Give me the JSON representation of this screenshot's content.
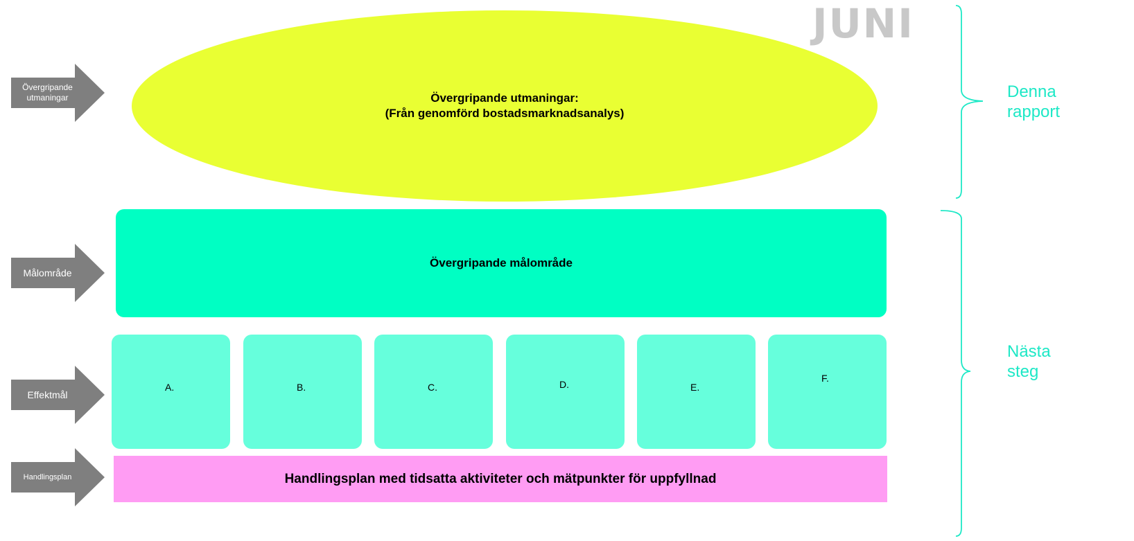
{
  "logo": {
    "text": "JUNI",
    "color": "#c8c8c8"
  },
  "arrows": [
    {
      "label": "Övergripande utmaningar",
      "color": "#7f7f7f"
    },
    {
      "label": "Målområde",
      "color": "#7f7f7f"
    },
    {
      "label": "Effektmål",
      "color": "#7f7f7f"
    },
    {
      "label": "Handlingsplan",
      "color": "#7f7f7f"
    }
  ],
  "challenges": {
    "line1": "Övergripande utmaningar:",
    "line2": "(Från genomförd bostadsmarknadsanalys)",
    "color": "#e9ff33"
  },
  "goal_area": {
    "label": "Övergripande målområde",
    "color": "#00ffc3"
  },
  "effect_goals": {
    "items": [
      "A.",
      "B.",
      "C.",
      "D.",
      "E.",
      "F."
    ],
    "color": "#66ffdc"
  },
  "action_plan": {
    "label": "Handlingsplan med tidsatta aktiviteter och mätpunkter för uppfyllnad",
    "color": "#ff9cf3"
  },
  "braces": {
    "this_report": {
      "line1": "Denna",
      "line2": "rapport"
    },
    "next_step": {
      "line1": "Nästa",
      "line2": "steg"
    },
    "color": "#1de8c6"
  }
}
